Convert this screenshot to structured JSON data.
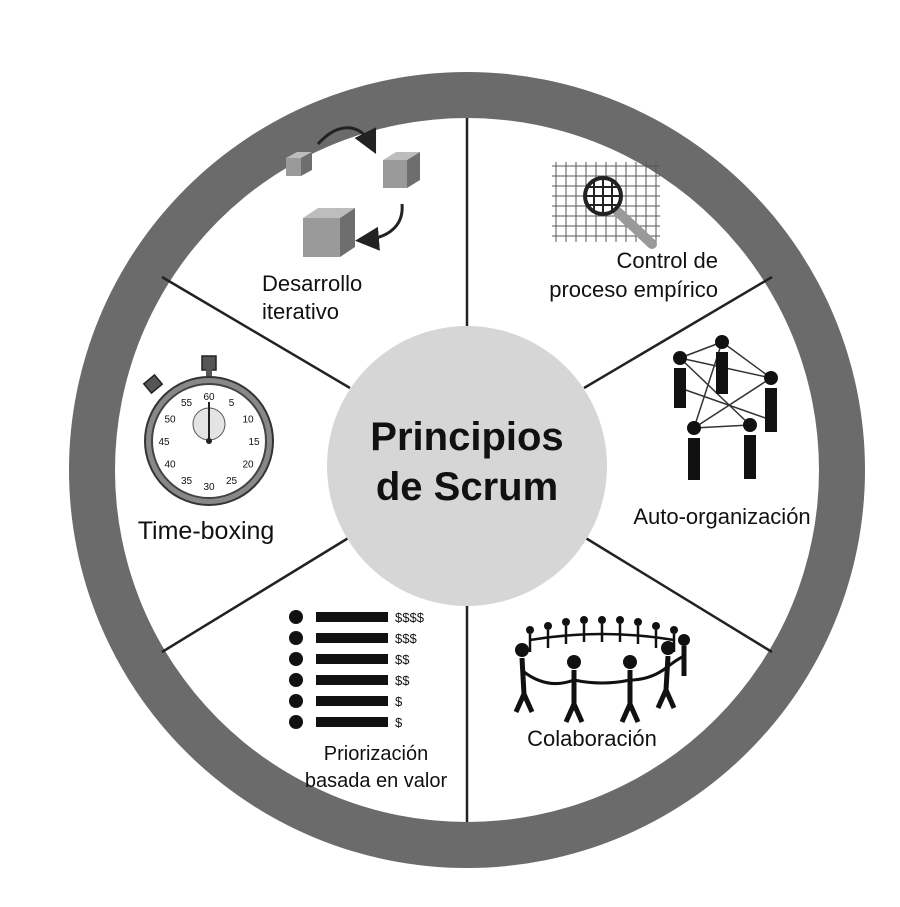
{
  "center": {
    "line1": "Principios",
    "line2": "de Scrum"
  },
  "segments": [
    {
      "id": "desarrollo",
      "lines": [
        "Desarrollo",
        "iterativo"
      ],
      "icon": "iterative-cubes-icon"
    },
    {
      "id": "control",
      "lines": [
        "Control de",
        "proceso empírico"
      ],
      "icon": "grid-magnifier-icon"
    },
    {
      "id": "auto",
      "lines": [
        "Auto-organización"
      ],
      "icon": "network-people-icon"
    },
    {
      "id": "colaboracion",
      "lines": [
        "Colaboración"
      ],
      "icon": "people-circle-icon"
    },
    {
      "id": "priorizacion",
      "lines": [
        "Priorización",
        "basada en valor"
      ],
      "icon": "prioritized-list-icon"
    },
    {
      "id": "timeboxing",
      "lines": [
        "Time-boxing"
      ],
      "icon": "stopwatch-icon"
    }
  ],
  "prioritized_list": [
    "$$$$",
    "$$$",
    "$$",
    "$$",
    "$",
    "$"
  ],
  "stopwatch_numbers": [
    "60",
    "5",
    "10",
    "15",
    "20",
    "25",
    "30",
    "35",
    "40",
    "45",
    "50",
    "55"
  ],
  "colors": {
    "ring": "#6b6b6b",
    "center": "#d6d6d6",
    "ink": "#111111",
    "icon_gray": "#8c8c8c"
  }
}
